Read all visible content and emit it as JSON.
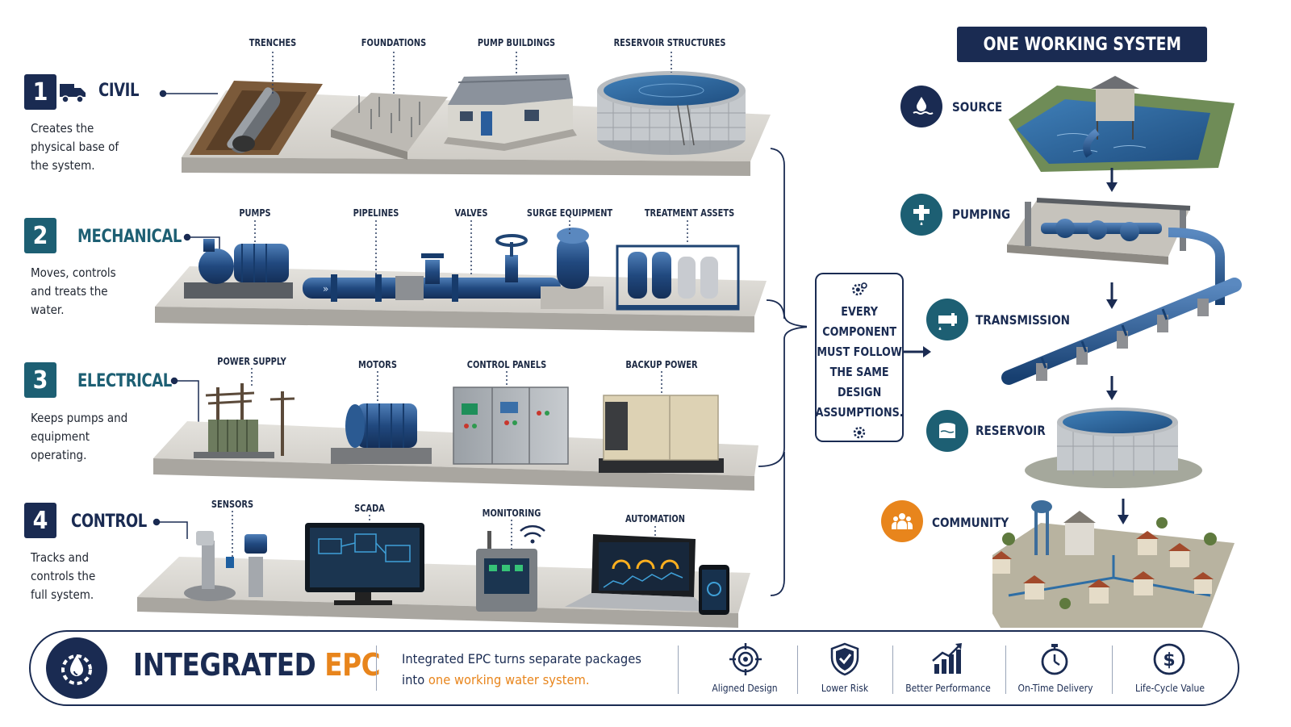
{
  "layers": [
    {
      "number": "1",
      "title": "CIVIL",
      "description_lines": [
        "Creates the",
        "physical base of",
        "the system."
      ],
      "components": [
        "TRENCHES",
        "FOUNDATIONS",
        "PUMP BUILDINGS",
        "RESERVOIR STRUCTURES"
      ]
    },
    {
      "number": "2",
      "title": "MECHANICAL",
      "description_lines": [
        "Moves, controls",
        "and treats the",
        "water."
      ],
      "components": [
        "PUMPS",
        "PIPELINES",
        "VALVES",
        "SURGE EQUIPMENT",
        "TREATMENT ASSETS"
      ]
    },
    {
      "number": "3",
      "title": "ELECTRICAL",
      "description_lines": [
        "Keeps pumps and",
        "equipment",
        "operating."
      ],
      "components": [
        "POWER SUPPLY",
        "MOTORS",
        "CONTROL PANELS",
        "BACKUP POWER"
      ]
    },
    {
      "number": "4",
      "title": "CONTROL",
      "description_lines": [
        "Tracks and",
        "controls the",
        "full system."
      ],
      "components": [
        "SENSORS",
        "SCADA",
        "MONITORING",
        "AUTOMATION"
      ]
    }
  ],
  "center_box": {
    "lines": [
      "EVERY",
      "COMPONENT",
      "MUST FOLLOW",
      "THE SAME",
      "DESIGN",
      "ASSUMPTIONS."
    ]
  },
  "system": {
    "title": "ONE WORKING SYSTEM",
    "stages": [
      {
        "label": "SOURCE",
        "icon": "water-drop-icon"
      },
      {
        "label": "PUMPING",
        "icon": "pump-icon"
      },
      {
        "label": "TRANSMISSION",
        "icon": "pipe-icon"
      },
      {
        "label": "RESERVOIR",
        "icon": "tank-icon"
      },
      {
        "label": "COMMUNITY",
        "icon": "people-icon"
      }
    ]
  },
  "footer": {
    "title_main": "INTEGRATED",
    "title_accent": "EPC",
    "text_line1": "Integrated EPC turns separate packages",
    "text_line2_prefix": "into",
    "text_line2_accent": "one working water system.",
    "benefits": [
      "Aligned Design",
      "Lower Risk",
      "Better Performance",
      "On-Time Delivery",
      "Life-Cycle Value"
    ]
  },
  "colors": {
    "navy": "#1a2b52",
    "teal": "#1d5f73",
    "accent": "#e8851c",
    "water": "#2e6ea5"
  }
}
